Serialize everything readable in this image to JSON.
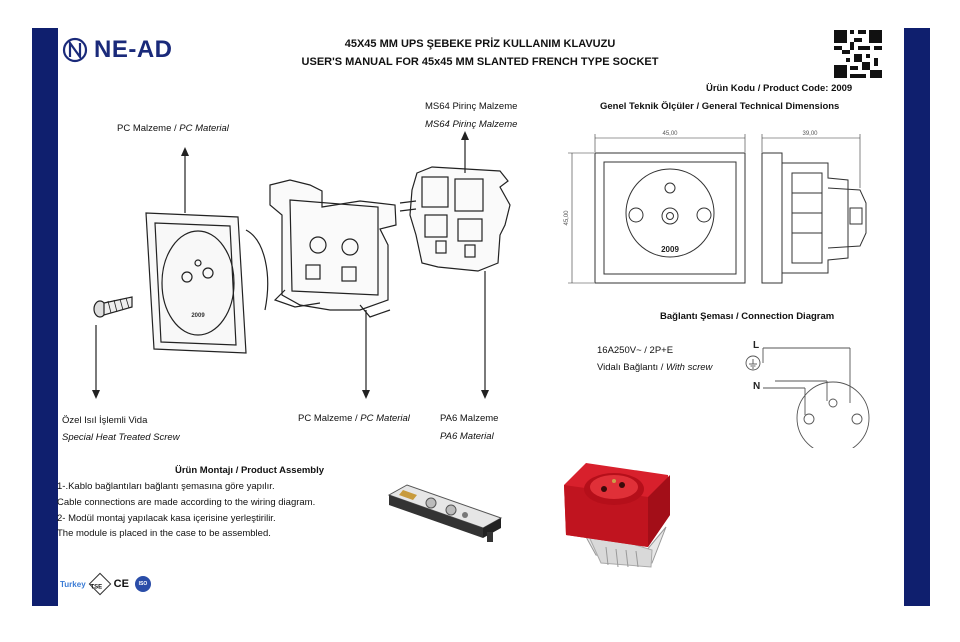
{
  "brand": {
    "name": "NE-AD"
  },
  "header": {
    "title_tr": "45X45 MM UPS ŞEBEKE PRİZ  KULLANIM KLAVUZU",
    "title_en": "USER'S MANUAL FOR 45x45 MM SLANTED FRENCH TYPE SOCKET"
  },
  "product_code": "Ürün Kodu / Product Code: 2009",
  "dimensions": {
    "title": "Genel Teknik Ölçüler / General Technical Dimensions",
    "width": "45,00",
    "height": "45,00",
    "depth": "39,00",
    "face_label": "2009"
  },
  "parts": {
    "pc_cover_tr": "PC Malzeme / ",
    "pc_cover_en": "PC Material",
    "brass_tr": "MS64 Pirinç Malzeme",
    "brass_en": "MS64 Pirinç Malzeme",
    "screw_tr": "Özel Isıl İşlemli Vida",
    "screw_en": "Special Heat Treated Screw",
    "pc_frame_tr": "PC Malzeme / ",
    "pc_frame_en": "PC Material",
    "pa6_tr": "PA6 Malzeme",
    "pa6_en": "PA6 Material",
    "cover_face_label": "2009"
  },
  "connection": {
    "title": "Bağlantı Şeması  / Connection Diagram",
    "rating": "16A250V~  / 2P+E",
    "screw_tr": "Vidalı Bağlantı / ",
    "screw_en": "With screw",
    "label_l": "L",
    "label_n": "N"
  },
  "assembly": {
    "title": "Ürün Montajı / Product Assembly",
    "step1_tr": "1-.Kablo bağlantıları bağlantı şemasına göre yapılır.",
    "step1_en": "Cable connections are made according to the wiring diagram.",
    "step2_tr": "2- Modül montaj yapılacak kasa içerisine yerleştirilir.",
    "step2_en": "The module is placed in the case to be assembled."
  },
  "certifications": {
    "turkey": "Turkey",
    "tse": "TSE",
    "ce": "CE",
    "iso": "ISO"
  },
  "colors": {
    "navy": "#0f1f6e",
    "socket_red": "#d8202c"
  }
}
